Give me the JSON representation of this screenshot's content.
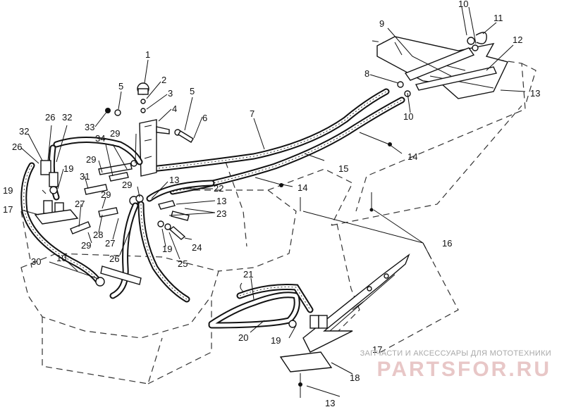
{
  "callouts": [
    "1",
    "2",
    "3",
    "4",
    "5",
    "6",
    "7",
    "8",
    "9",
    "10",
    "11",
    "12",
    "13",
    "14",
    "15",
    "16",
    "17",
    "18",
    "19",
    "20",
    "21",
    "22",
    "23",
    "24",
    "25",
    "26",
    "27",
    "28",
    "29",
    "30",
    "31",
    "32",
    "33",
    "34"
  ],
  "watermark": {
    "tagline": "ЗАПЧАСТИ И АКСЕССУАРЫ ДЛЯ МОТОТЕХНИКИ",
    "logo": "PARTSFOR.RU"
  },
  "colors": {
    "ink": "#111111",
    "watermark_logo": "#e8c7c7",
    "watermark_text": "#a9a9a9"
  }
}
